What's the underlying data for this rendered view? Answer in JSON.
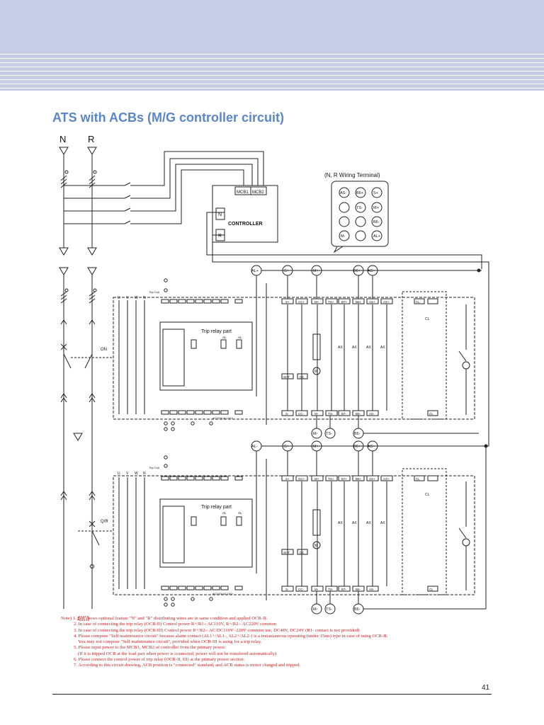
{
  "page": {
    "title": "ATS with ACBs  (M/G controller circuit)",
    "page_number": "41"
  },
  "diagram": {
    "sources": {
      "n": "N",
      "r": "R"
    },
    "controller": {
      "label": "CONTROLLER",
      "mcb1": "MCB1",
      "mcb2": "MCB2",
      "n_box": "N",
      "r_box": "R"
    },
    "terminal_panel": {
      "title": "(N, R Wiring Terminal)",
      "rows": [
        [
          "AS-",
          "B6+",
          "S+"
        ],
        [
          "",
          "TS-",
          "M+"
        ],
        [
          "",
          "",
          "B6-"
        ],
        [
          "M-",
          "",
          "AL+"
        ]
      ]
    },
    "acb1": {
      "top_terminals": [
        "AL+",
        "S+",
        "M+",
        "B6+",
        "AS+"
      ],
      "bottom_terminals": [
        "M-",
        "TS-",
        "B6-"
      ],
      "phase_labels": [
        "U",
        "V",
        "W",
        "N"
      ],
      "trip_label": "Trip relay part",
      "switch_label": "ON",
      "ax_labels": [
        "AX",
        "AX",
        "AX",
        "AX"
      ],
      "al_labels": [
        "AL",
        "AL"
      ],
      "row_top": [
        "S+",
        "CC+",
        "M+",
        "TS+",
        "B7+",
        "B6+",
        "AS+",
        "AX+"
      ],
      "row_bottom": [
        "S-",
        "CC-",
        "M-",
        "TS-",
        "B7-",
        "B6-",
        "AS-"
      ],
      "shunt": "SHT",
      "cc": "CC",
      "motor": "M",
      "cl_top": "CL",
      "cl_label": "CL",
      "cl_bottom": "CL",
      "supply": "AC220V  AC110V",
      "trip_coil": "Trip Coil"
    },
    "acb2": {
      "top_terminals": [
        "AL-",
        "S+",
        "M+",
        "B6+",
        "AS+"
      ],
      "bottom_terminals": [
        "M-",
        "TS-",
        "B6-"
      ],
      "phase_labels": [
        "U",
        "V",
        "W",
        "N"
      ],
      "trip_label": "Trip relay part",
      "switch_label": "Q/R",
      "ax_labels": [
        "AX",
        "AX",
        "AX",
        "AX"
      ],
      "al_labels": [
        "AL",
        "AL"
      ],
      "row_top": [
        "S+",
        "CC+",
        "M+",
        "TS+",
        "B7+",
        "B6+",
        "AS+",
        "AX+"
      ],
      "row_bottom": [
        "S-",
        "CC-",
        "M-",
        "TS-",
        "B7-",
        "B6-",
        "AS-"
      ],
      "shunt": "SHT",
      "cc": "CC",
      "motor": "M",
      "cl_top": "CL",
      "cl_label": "CL",
      "cl_bottom": "CL",
      "supply": "AC220V  AC110V",
      "trip_coil": "Trip Coil"
    }
  },
  "notes": [
    "Note) 1.        part shows optional feature \"N\" and \"R\" distributing wires are in same condition and applied OCR-II.",
    "2. In case of connecting the trip relay (OCR-II) Control power R+/R1-: AC110V, R+/R2-: AC220V common",
    "3. In case of connecting the trip relay (OCR-III) Control power R+/R2-: AC/DC110V~220V common use, DC48V, DC24V (R1- contact is not provided)",
    "4. Please compose \"Self maintenance circuit\" because alarm contact (AL1+/AL1-, AL2+/AL2-) is a instantaneous operating (under 15ms) type in case of using OCR-II.",
    "You may not compose \"Self maintenance circuit\", provided when OCR-III is using for a trip relay.",
    "5. Please input power to the MCB1, MCB2 of controller from the primary power.",
    "(If it is tripped OCR at the load part when power is connected, power will not be transfered automatically)",
    "6. Please connect the control power of trip relay (OCR-II, III) at the primary power section.",
    "7. According to this circuit drawing, ACB position is \"connected\" standard, and ACB status is motor charged and tripped."
  ]
}
